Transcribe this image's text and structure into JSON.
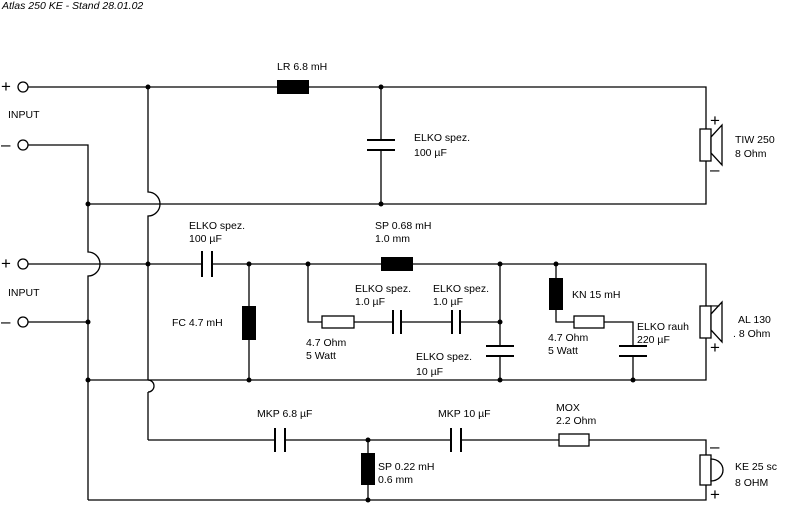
{
  "title": "Atlas 250 KE - Stand 28.01.02",
  "inputs": [
    {
      "label": "INPUT",
      "plus": "+",
      "minus": "–"
    },
    {
      "label": "INPUT",
      "plus": "+",
      "minus": "–"
    }
  ],
  "components": {
    "lr": "LR 6.8 mH",
    "elko_hi_1": "ELKO spez.",
    "elko_hi_2": "100 µF",
    "elko_mid_in_1": "ELKO spez.",
    "elko_mid_in_2": "100 µF",
    "sp068_1": "SP 0.68 mH",
    "sp068_2": "1.0 mm",
    "fc": "FC 4.7 mH",
    "elko_a_1": "ELKO spez.",
    "elko_a_2": "1.0 µF",
    "elko_b_1": "ELKO spez.",
    "elko_b_2": "1.0 µF",
    "res47a_1": "4.7 Ohm",
    "res47a_2": "5 Watt",
    "elko10_1": "ELKO spez.",
    "elko10_2": "10 µF",
    "kn": "KN 15 mH",
    "res47b_1": "4.7 Ohm",
    "res47b_2": "5 Watt",
    "elko_rauh_1": "ELKO rauh",
    "elko_rauh_2": "220 µF",
    "mkp68": "MKP 6.8 µF",
    "mkp10": "MKP 10 µF",
    "mox_1": "MOX",
    "mox_2": "2.2 Ohm",
    "sp022_1": "SP 0.22 mH",
    "sp022_2": "0.6 mm"
  },
  "speakers": {
    "tiw_1": "TIW 250",
    "tiw_2": "8 Ohm",
    "al_1": "AL 130",
    "al_2": ". 8 Ohm",
    "ke_1": "KE 25 sc",
    "ke_2": "8 OHM"
  },
  "polarity": {
    "plus": "+",
    "minus": "–"
  }
}
